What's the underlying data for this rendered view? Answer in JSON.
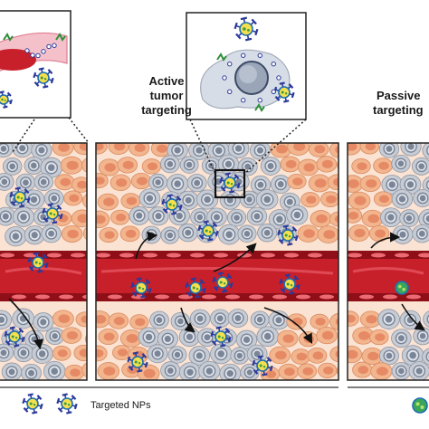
{
  "labels": {
    "active": [
      "Active",
      "tumor",
      "targeting"
    ],
    "passive": [
      "Passive",
      "targeting"
    ]
  },
  "legend": {
    "targeted_nps": "Targeted NPs"
  },
  "colors": {
    "vessel": "#c8202b",
    "vessel_dark": "#8e0f18",
    "vessel_light": "#ec6a72",
    "tumor_cell": "#c7ccd4",
    "tumor_nucleus": "#7a8597",
    "healthy_cell": "#f2b58e",
    "healthy_nucleus": "#e58a64",
    "np_core": "#f4e04d",
    "np_ligand": "#2b3a9a",
    "np_plain": "#3aa65a",
    "panel_border": "#222222"
  },
  "icons": [
    "targeted-np-icon",
    "plain-np-icon",
    "curved-arrow-icon",
    "magnifier-box"
  ]
}
